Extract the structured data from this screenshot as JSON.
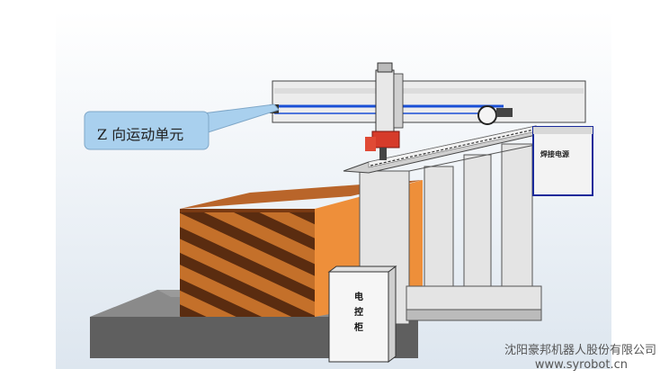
{
  "callout": {
    "text": "Z 向运动单元"
  },
  "labels": {
    "cabinet": [
      "电",
      "控",
      "柜"
    ],
    "power": "焊接电源"
  },
  "watermark": {
    "company": "沈阳豪邦机器人股份有限公司",
    "url": "www.syrobot.cn"
  },
  "colors": {
    "accent_blue": "#1a4fd6",
    "callout_fill": "#a9d0ee",
    "brick_orange": "#e08a3c",
    "frame_gray": "#d6d6d6",
    "base_gray": "#6b6b6b",
    "clamp_red": "#d63b2a"
  }
}
